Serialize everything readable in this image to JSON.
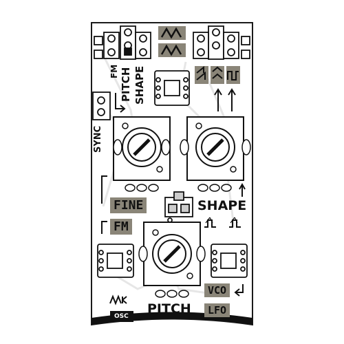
{
  "labels": {
    "fm_top": "FM",
    "pitch_top": "PITCH",
    "shape_top": "SHAPE",
    "sync": "SYNC",
    "fine": "FINE",
    "fm": "FM",
    "shape": "SHAPE",
    "vco": "VCO",
    "lfo": "LFO",
    "pitch": "PITCH",
    "osc": "OSC"
  },
  "icons": {
    "waveform_top": "triangle-wave-icon",
    "waveform_bottom": "triangle-wave-icon",
    "saw": "saw-wave-icon",
    "tri": "triangle-wave-icon",
    "square": "square-wave-icon",
    "pulse_a": "pulse-wave-icon",
    "pulse_b": "pulse-wave-icon",
    "logo": "brand-logo-icon"
  },
  "colors": {
    "board": "#ffffff",
    "ink": "#111111",
    "tag": "#8a8578",
    "trace": "#e4e4e4",
    "outline": "#1a1a1a"
  }
}
